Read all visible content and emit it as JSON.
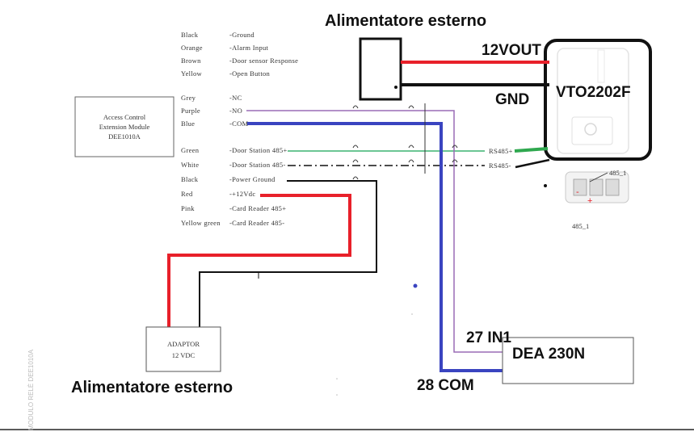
{
  "titles": {
    "top_supply": "Alimentatore esterno",
    "bottom_supply": "Alimentatore esterno"
  },
  "vto": {
    "name": "VTO2202F",
    "pin_12v": "12VOUT",
    "pin_gnd": "GND",
    "rs485_plus": "RS485+",
    "rs485_minus": "RS485-",
    "port_label": "485_1",
    "port_caption": "485_1"
  },
  "module": {
    "line1": "Access Control",
    "line2": "Extension Module",
    "line3": "DEE1010A"
  },
  "wires": [
    {
      "color_name": "Black",
      "function": "-Ground"
    },
    {
      "color_name": "Orange",
      "function": "-Alarm Input"
    },
    {
      "color_name": "Brown",
      "function": "-Door sensor Response"
    },
    {
      "color_name": "Yellow",
      "function": "-Open Button"
    },
    {
      "color_name": "Grey",
      "function": "-NC"
    },
    {
      "color_name": "Purple",
      "function": "-NO"
    },
    {
      "color_name": "Blue",
      "function": "-COM"
    },
    {
      "color_name": "Green",
      "function": "-Door Station 485+"
    },
    {
      "color_name": "White",
      "function": "-Door Station 485-"
    },
    {
      "color_name": "Black",
      "function": "-Power Ground"
    },
    {
      "color_name": "Red",
      "function": "-+12Vdc"
    },
    {
      "color_name": "Pink",
      "function": "-Card Reader 485+"
    },
    {
      "color_name": "Yellow green",
      "function": "-Card Reader 485-"
    }
  ],
  "adaptor": {
    "line1": "ADAPTOR",
    "line2": "12 VDC"
  },
  "dea": {
    "name": "DEA 230N",
    "in1": "27 IN1",
    "com": "28 COM"
  },
  "side_text": "MODULO RELÈ DEE1010A",
  "colors": {
    "red": "#e8202a",
    "blue": "#3a44c0",
    "purple": "#9a6bb5",
    "green": "#3cb371",
    "black": "#111111"
  }
}
